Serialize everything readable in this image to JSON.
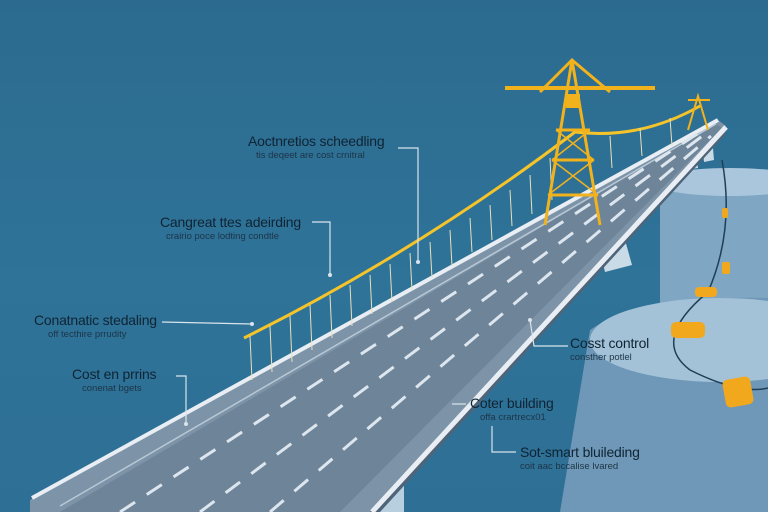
{
  "annotations": [
    {
      "title": "Aoctnretios scheedling",
      "subtitle": "tis deqeet are cost crnitral"
    },
    {
      "title": "Cangreat ttes adeirding",
      "subtitle": "crairio poce lodting condtle"
    },
    {
      "title": "Conatnatic stedaling",
      "subtitle": "off tecthire prrudity"
    },
    {
      "title": "Cost en prrins",
      "subtitle": "conenat bgets"
    },
    {
      "title": "Cosst control",
      "subtitle": "consther potlel"
    },
    {
      "title": "Coter building",
      "subtitle": "offa crartrecx01"
    },
    {
      "title": "Sot-smart bluileding",
      "subtitle": "coit aac bccalise lvared"
    }
  ],
  "colors": {
    "background": "#2e6f95",
    "crane": "#f2b21c",
    "cable": "#f4c42a",
    "deck": "#6e8397",
    "pier": "#7fa6c2"
  }
}
